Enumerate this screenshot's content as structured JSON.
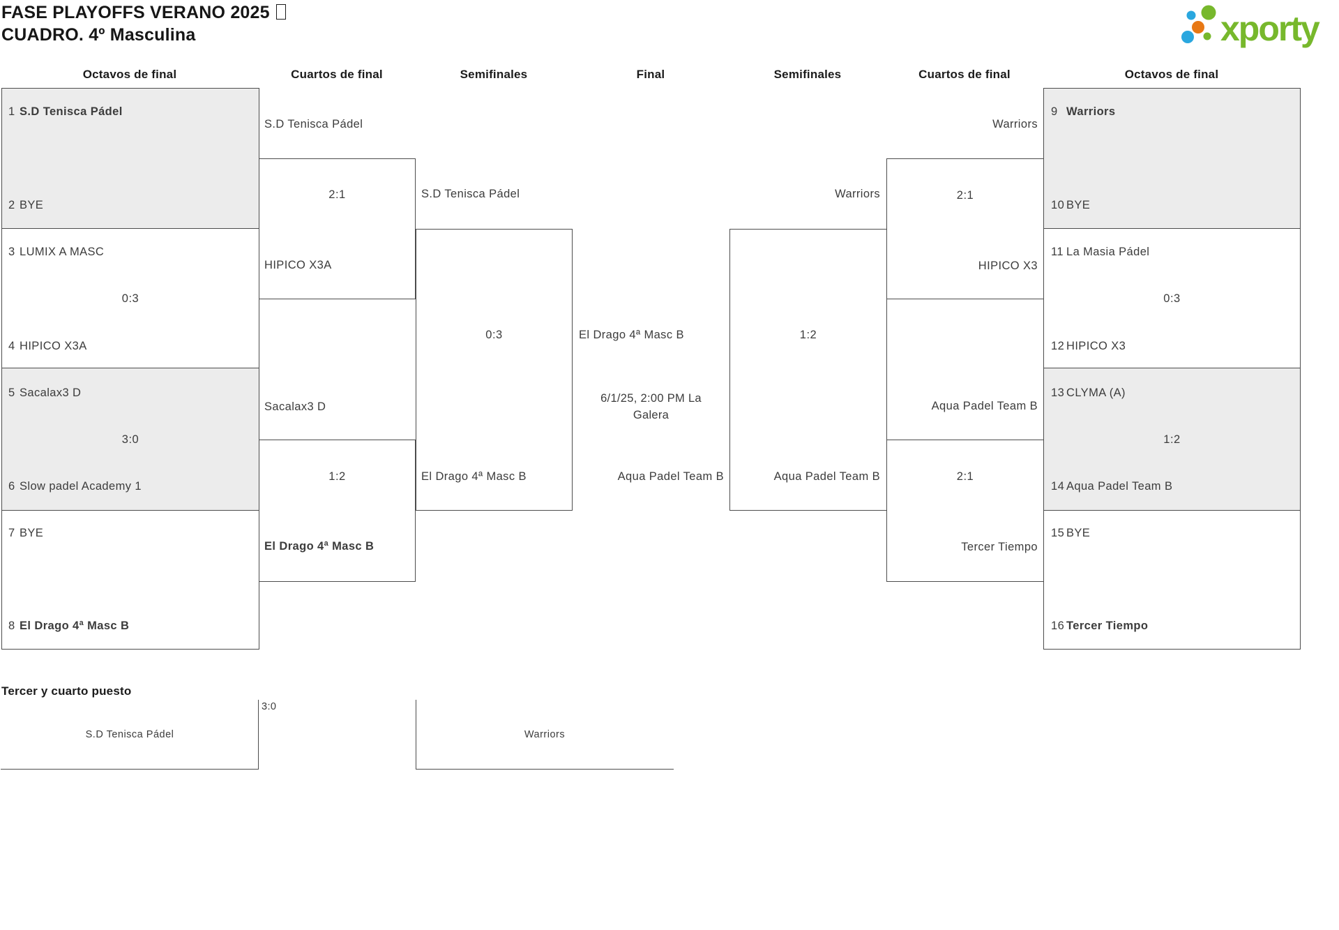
{
  "title": {
    "line1": "FASE PLAYOFFS VERANO 2025",
    "line2": "CUADRO. 4º Masculina"
  },
  "logo": {
    "brand": "xporty"
  },
  "colors": {
    "logo_green": "#77b82c",
    "logo_blue": "#2aa7df",
    "logo_orange": "#e87814",
    "box_fill_gray": "#ececec",
    "line_gray": "#4c4c4c",
    "text_gray": "#3c3c3c"
  },
  "round_headers": [
    {
      "label": "Octavos de final"
    },
    {
      "label": "Cuartos de final"
    },
    {
      "label": "Semifinales"
    },
    {
      "label": "Final"
    },
    {
      "label": "Semifinales"
    },
    {
      "label": "Cuartos de final"
    },
    {
      "label": "Octavos de final"
    }
  ],
  "octavos_left": {
    "m1": {
      "t1n": "1",
      "t1": "S.D Tenisca Pádel",
      "t2n": "2",
      "t2": "BYE"
    },
    "m2": {
      "t1n": "3",
      "t1": "LUMIX A MASC",
      "score": "0:3",
      "t2n": "4",
      "t2": "HIPICO X3A"
    },
    "m3": {
      "t1n": "5",
      "t1": "Sacalax3 D",
      "score": "3:0",
      "t2n": "6",
      "t2": "Slow padel Academy 1"
    },
    "m4": {
      "t1n": "7",
      "t1": "BYE",
      "t2n": "8",
      "t2": "El Drago 4ª Masc B"
    }
  },
  "octavos_right": {
    "m1": {
      "t1n": "9",
      "t1": "Warriors",
      "t2n": "10",
      "t2": "BYE"
    },
    "m2": {
      "t1n": "11",
      "t1": "La Masia Pádel",
      "score": "0:3",
      "t2n": "12",
      "t2": "HIPICO X3"
    },
    "m3": {
      "t1n": "13",
      "t1": "CLYMA (A)",
      "score": "1:2",
      "t2n": "14",
      "t2": "Aqua Padel Team B"
    },
    "m4": {
      "t1n": "15",
      "t1": "BYE",
      "t2n": "16",
      "t2": "Tercer Tiempo"
    }
  },
  "cuartos_left": {
    "m1": {
      "t1": "S.D Tenisca Pádel",
      "score": "2:1",
      "t2": "HIPICO X3A"
    },
    "m2": {
      "t1": "Sacalax3 D",
      "score": "1:2",
      "t2": "El Drago 4ª Masc B"
    }
  },
  "cuartos_right": {
    "m1": {
      "t1": "Warriors",
      "score": "2:1",
      "t2": "HIPICO X3"
    },
    "m2": {
      "t1": "Aqua Padel Team B",
      "score": "2:1",
      "t2": "Tercer Tiempo"
    }
  },
  "semis_left": {
    "t1": "S.D Tenisca Pádel",
    "score": "0:3",
    "t2": "El Drago 4ª Masc B"
  },
  "semis_right": {
    "t1": "Warriors",
    "score": "1:2",
    "t2": "Aqua Padel Team B"
  },
  "final": {
    "t1": "El Drago 4ª Masc B",
    "schedule": "6/1/25, 2:00 PM La Galera",
    "t2": "Aqua Padel Team B"
  },
  "third_place": {
    "heading": "Tercer y cuarto puesto",
    "t1": "S.D Tenisca Pádel",
    "score": "3:0",
    "t2": "Warriors"
  }
}
